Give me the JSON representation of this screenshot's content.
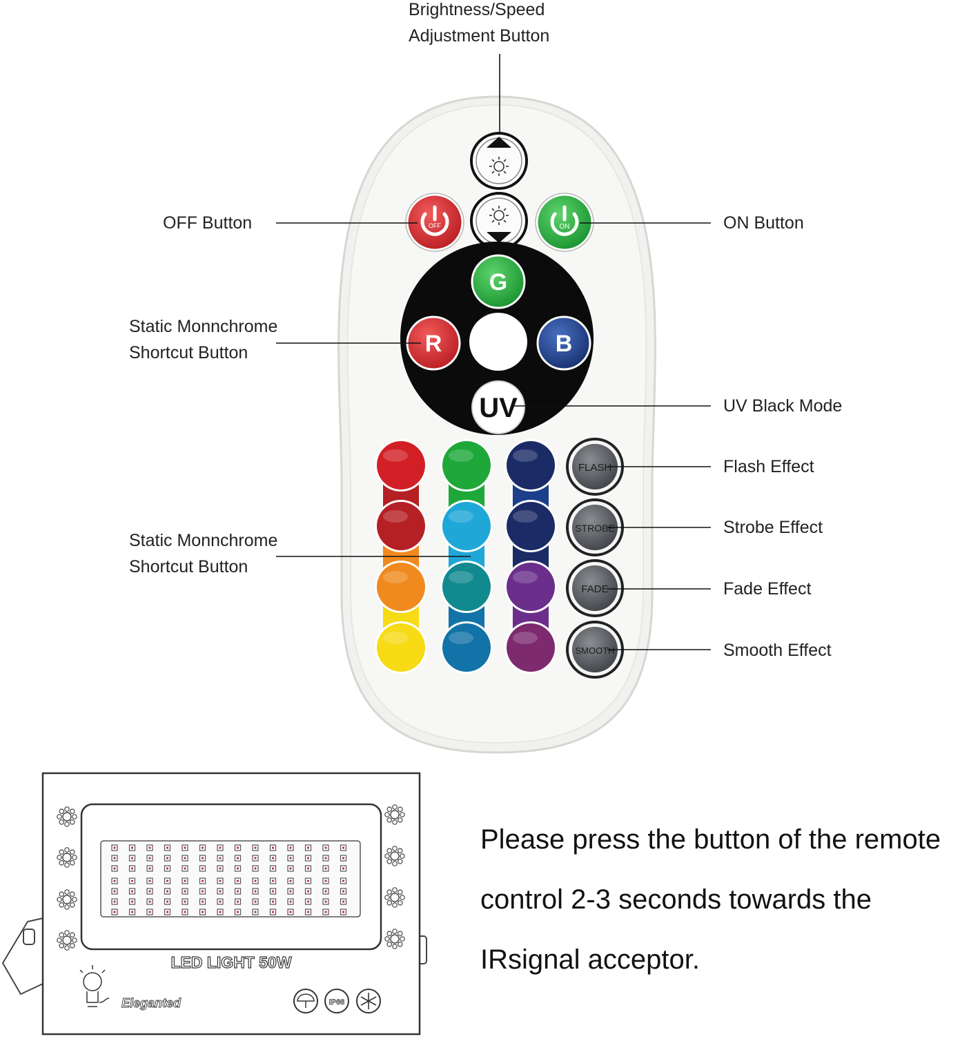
{
  "callouts": {
    "brightness_line1": "Brightness/Speed",
    "brightness_line2": "Adjustment Button",
    "off": "OFF Button",
    "on": "ON Button",
    "static_top_line1": "Static Monnchrome",
    "static_top_line2": "Shortcut Button",
    "uv_mode": "UV Black Mode",
    "static_bottom_line1": "Static Monnchrome",
    "static_bottom_line2": "Shortcut Button",
    "flash": "Flash Effect",
    "strobe": "Strobe Effect",
    "fade": "Fade Effect",
    "smooth": "Smooth Effect"
  },
  "remote": {
    "off_label": "OFF",
    "on_label": "ON",
    "g": "G",
    "r": "R",
    "b": "B",
    "uv": "UV",
    "flash": "FLASH",
    "strobe": "STROBE",
    "fade": "FADE",
    "smooth": "SMOOTH",
    "colors": {
      "red": "#d21f26",
      "green": "#1fa83a",
      "blue": "#1c3f8c",
      "off_red": "#d62a2a",
      "on_green": "#2db440",
      "effect_gray": "#55585c",
      "dark_red": "#b52025",
      "cyan": "#1fa7d8",
      "navy": "#1b2b66",
      "orange": "#f08a1e",
      "teal": "#10898f",
      "purple": "#6b2f8b",
      "yellow": "#f6db15",
      "ocean": "#1273a8",
      "magenta": "#7d2a6e"
    }
  },
  "fixture": {
    "title": "LED LIGHT 50W",
    "brand": "Eleganted",
    "rating": "IP66"
  },
  "instruction": {
    "line1": "Please press the button of the remote",
    "line2": "control 2-3 seconds towards the",
    "line3": "IRsignal acceptor."
  }
}
